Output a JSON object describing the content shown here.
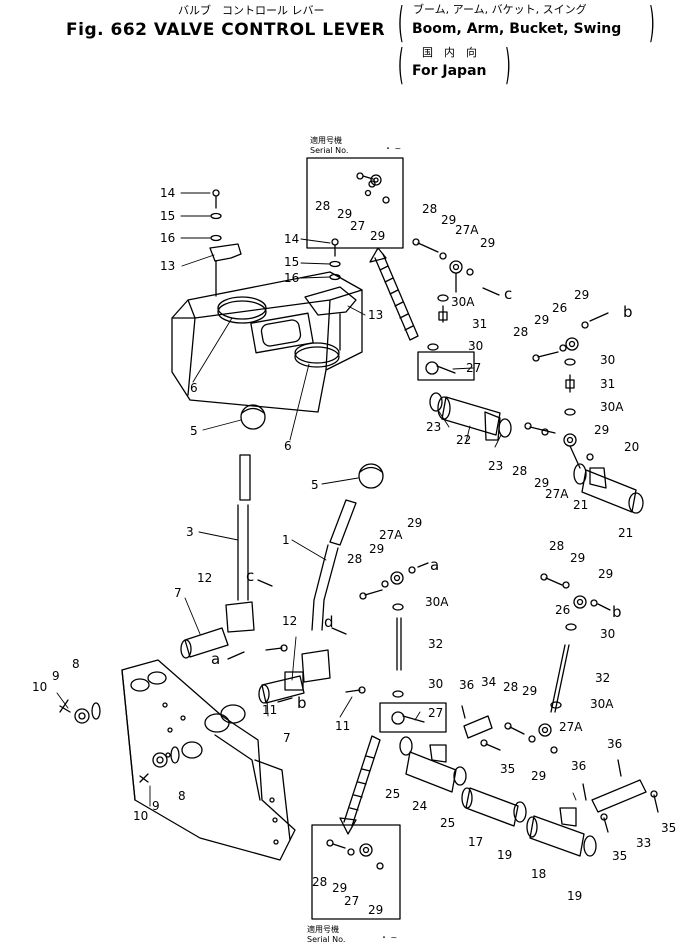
{
  "header": {
    "title_jp": "バルブ　コントロール レバー",
    "title": "Fig. 662 VALVE CONTROL LEVER",
    "scope_jp": "ブーム, アーム, バケット, スイング",
    "scope": "Boom, Arm, Bucket, Swing",
    "region_jp": "国　内　向",
    "region": "For Japan"
  },
  "inset_top": {
    "label_jp": "適用号機",
    "serial_label": "Serial No.",
    "serial_range": "・ ~"
  },
  "inset_bottom": {
    "label_jp": "適用号機",
    "serial_label": "Serial No.",
    "serial_range": "・ ~"
  },
  "callouts": [
    {
      "id": "c14a",
      "text": "14"
    },
    {
      "id": "c15a",
      "text": "15"
    },
    {
      "id": "c16a",
      "text": "16"
    },
    {
      "id": "c13a",
      "text": "13"
    },
    {
      "id": "c14b",
      "text": "14"
    },
    {
      "id": "c15b",
      "text": "15"
    },
    {
      "id": "c16b",
      "text": "16"
    },
    {
      "id": "c13b",
      "text": "13"
    },
    {
      "id": "c6a",
      "text": "6"
    },
    {
      "id": "c6b",
      "text": "6"
    },
    {
      "id": "c5a",
      "text": "5"
    },
    {
      "id": "c5b",
      "text": "5"
    },
    {
      "id": "c3",
      "text": "3"
    },
    {
      "id": "c1",
      "text": "1"
    },
    {
      "id": "c12a",
      "text": "12"
    },
    {
      "id": "c12b",
      "text": "12"
    },
    {
      "id": "c7a",
      "text": "7"
    },
    {
      "id": "c7b",
      "text": "7"
    },
    {
      "id": "c11a",
      "text": "11"
    },
    {
      "id": "c11b",
      "text": "11"
    },
    {
      "id": "c10a",
      "text": "10"
    },
    {
      "id": "c9a",
      "text": "9"
    },
    {
      "id": "c8a",
      "text": "8"
    },
    {
      "id": "c10b",
      "text": "10"
    },
    {
      "id": "c9b",
      "text": "9"
    },
    {
      "id": "c8b",
      "text": "8"
    },
    {
      "id": "i1_28",
      "text": "28"
    },
    {
      "id": "i1_29a",
      "text": "29"
    },
    {
      "id": "i1_27",
      "text": "27"
    },
    {
      "id": "i1_29b",
      "text": "29"
    },
    {
      "id": "r28a",
      "text": "28"
    },
    {
      "id": "r29a",
      "text": "29"
    },
    {
      "id": "r27Aa",
      "text": "27A"
    },
    {
      "id": "r29b",
      "text": "29"
    },
    {
      "id": "r30Aa",
      "text": "30A"
    },
    {
      "id": "r31a",
      "text": "31"
    },
    {
      "id": "r30a",
      "text": "30"
    },
    {
      "id": "r27a",
      "text": "27"
    },
    {
      "id": "r23a",
      "text": "23"
    },
    {
      "id": "r22",
      "text": "22"
    },
    {
      "id": "r23b",
      "text": "23"
    },
    {
      "id": "s28a",
      "text": "28"
    },
    {
      "id": "s29a",
      "text": "29"
    },
    {
      "id": "s26a",
      "text": "26"
    },
    {
      "id": "s29b",
      "text": "29"
    },
    {
      "id": "s30a",
      "text": "30"
    },
    {
      "id": "s31",
      "text": "31"
    },
    {
      "id": "s30Aa",
      "text": "30A"
    },
    {
      "id": "s28b",
      "text": "28"
    },
    {
      "id": "s29c",
      "text": "29"
    },
    {
      "id": "s27A",
      "text": "27A"
    },
    {
      "id": "s29d",
      "text": "29"
    },
    {
      "id": "s20",
      "text": "20"
    },
    {
      "id": "s21a",
      "text": "21"
    },
    {
      "id": "s21b",
      "text": "21"
    },
    {
      "id": "m28",
      "text": "28"
    },
    {
      "id": "m29a",
      "text": "29"
    },
    {
      "id": "m27A",
      "text": "27A"
    },
    {
      "id": "m29b",
      "text": "29"
    },
    {
      "id": "m30A",
      "text": "30A"
    },
    {
      "id": "m32",
      "text": "32"
    },
    {
      "id": "m30",
      "text": "30"
    },
    {
      "id": "m27",
      "text": "27"
    },
    {
      "id": "n28",
      "text": "28"
    },
    {
      "id": "n29a",
      "text": "29"
    },
    {
      "id": "n29b",
      "text": "29"
    },
    {
      "id": "n26",
      "text": "26"
    },
    {
      "id": "n30",
      "text": "30"
    },
    {
      "id": "n32",
      "text": "32"
    },
    {
      "id": "n30A",
      "text": "30A"
    },
    {
      "id": "n27A",
      "text": "27A"
    },
    {
      "id": "b36a",
      "text": "36"
    },
    {
      "id": "b34",
      "text": "34"
    },
    {
      "id": "b28",
      "text": "28"
    },
    {
      "id": "b29a",
      "text": "29"
    },
    {
      "id": "b35a",
      "text": "35"
    },
    {
      "id": "b29b",
      "text": "29"
    },
    {
      "id": "b25a",
      "text": "25"
    },
    {
      "id": "b24",
      "text": "24"
    },
    {
      "id": "b25b",
      "text": "25"
    },
    {
      "id": "b17",
      "text": "17"
    },
    {
      "id": "b19a",
      "text": "19"
    },
    {
      "id": "b36b",
      "text": "36"
    },
    {
      "id": "b36c",
      "text": "36"
    },
    {
      "id": "b18",
      "text": "18"
    },
    {
      "id": "b19b",
      "text": "19"
    },
    {
      "id": "b33",
      "text": "33"
    },
    {
      "id": "b35b",
      "text": "35"
    },
    {
      "id": "b35c",
      "text": "35"
    },
    {
      "id": "i2_28",
      "text": "28"
    },
    {
      "id": "i2_29a",
      "text": "29"
    },
    {
      "id": "i2_27",
      "text": "27"
    },
    {
      "id": "i2_29b",
      "text": "29"
    }
  ],
  "connectors": [
    {
      "id": "la1",
      "text": "a"
    },
    {
      "id": "la2",
      "text": "a"
    },
    {
      "id": "lb1",
      "text": "b"
    },
    {
      "id": "lb2",
      "text": "b"
    },
    {
      "id": "lb3",
      "text": "b"
    },
    {
      "id": "lc1",
      "text": "c"
    },
    {
      "id": "lc2",
      "text": "c"
    },
    {
      "id": "ld1",
      "text": "d"
    }
  ]
}
